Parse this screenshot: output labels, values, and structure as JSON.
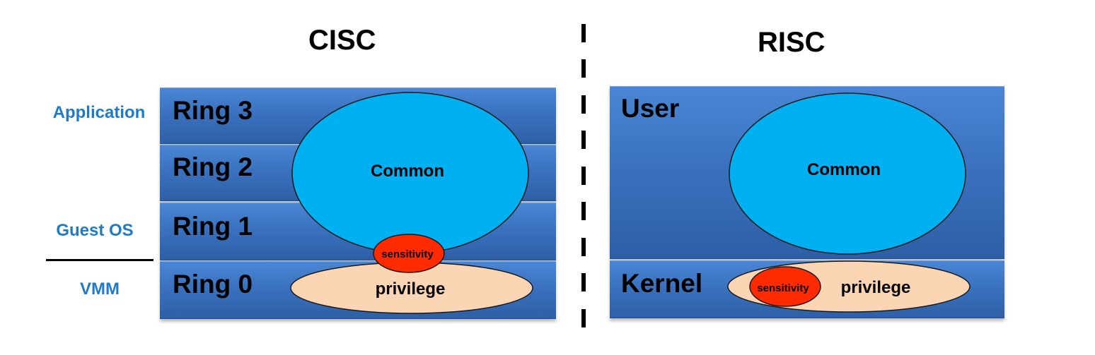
{
  "cisc": {
    "title": "CISC",
    "rings": [
      "Ring 3",
      "Ring 2",
      "Ring 1",
      "Ring 0"
    ],
    "common": "Common",
    "sensitivity": "sensitivity",
    "privilege": "privilege"
  },
  "risc": {
    "title": "RISC",
    "user": "User",
    "kernel": "Kernel",
    "common": "Common",
    "sensitivity": "sensitivity",
    "privilege": "privilege"
  },
  "side_labels": {
    "application": "Application",
    "guest_os": "Guest OS",
    "vmm": "VMM"
  },
  "colors": {
    "band": "#3a72bf",
    "common": "#00b0f0",
    "sensitivity": "#ff2a00",
    "privilege": "#fcd5b5",
    "side_label": "#1f7ac8"
  }
}
